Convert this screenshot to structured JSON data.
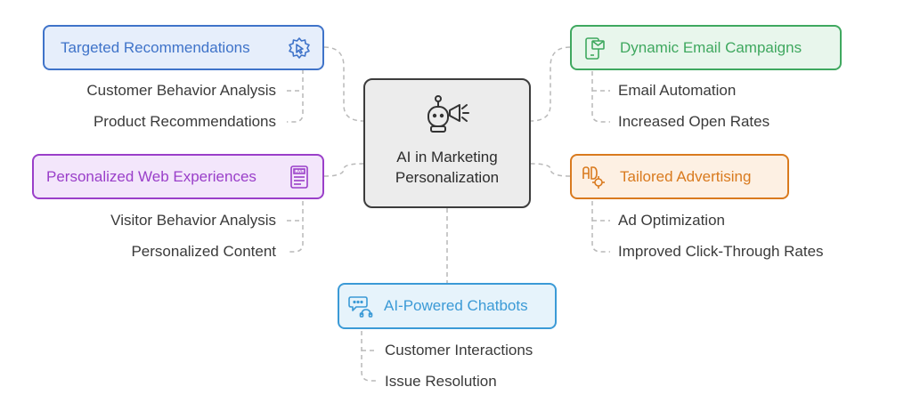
{
  "center": {
    "line1": "AI in Marketing",
    "line2": "Personalization",
    "icon": "robot-megaphone-icon"
  },
  "branches": {
    "targeted": {
      "title": "Targeted Recommendations",
      "icon": "gear-cursor-icon",
      "color": "#3f73c9",
      "fill": "#e6eefb",
      "items": [
        "Customer Behavior Analysis",
        "Product Recommendations"
      ]
    },
    "web": {
      "title": "Personalized Web Experiences",
      "icon": "live-document-icon",
      "color": "#9a3fc9",
      "fill": "#f3e6fb",
      "items": [
        "Visitor Behavior Analysis",
        "Personalized Content"
      ]
    },
    "email": {
      "title": "Dynamic Email Campaigns",
      "icon": "mobile-email-icon",
      "color": "#3fa85f",
      "fill": "#e8f6ec",
      "items": [
        "Email Automation",
        "Increased Open Rates"
      ]
    },
    "ads": {
      "title": "Tailored Advertising",
      "icon": "ad-target-icon",
      "color": "#d97a1e",
      "fill": "#fdf0e3",
      "items": [
        "Ad Optimization",
        "Improved Click-Through Rates"
      ]
    },
    "chatbots": {
      "title": "AI-Powered Chatbots",
      "icon": "chat-headset-icon",
      "color": "#3b9ad6",
      "fill": "#e6f3fb",
      "items": [
        "Customer Interactions",
        "Issue Resolution"
      ]
    }
  }
}
